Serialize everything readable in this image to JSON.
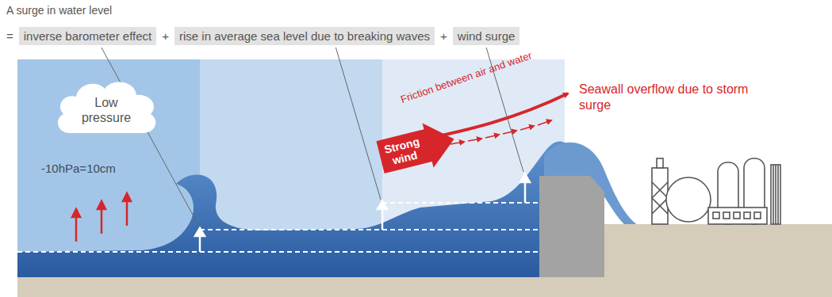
{
  "diagram": {
    "nodes": [
      {
        "text": [
          "inverse barometer effect"
        ]
      },
      {
        "text": [
          "rise in average sea level due to breaking waves"
        ]
      },
      {
        "text": [
          "wind surge"
        ]
      },
      {
        "text": [
          "Low pressure"
        ]
      },
      {
        "text": [
          "Strong wind"
        ]
      }
    ],
    "labels": [
      "A surge in water level",
      "=",
      "+",
      "+",
      "-10hPa=10cm",
      "Friction between air and water",
      "Seawall overflow due to storm surge"
    ]
  }
}
